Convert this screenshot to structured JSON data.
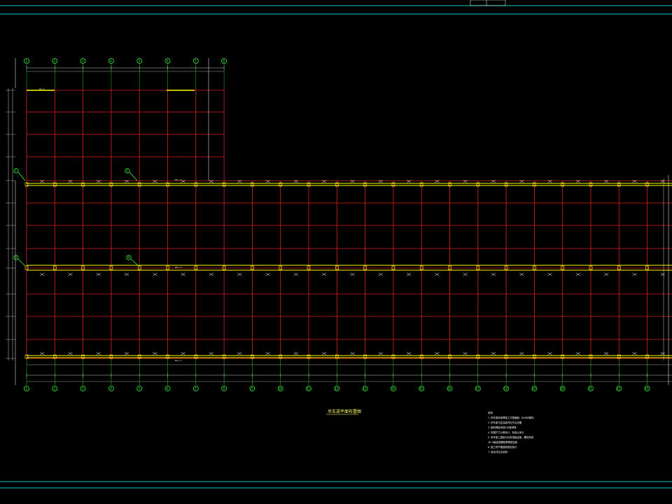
{
  "drawing": {
    "title": "吊车梁平面布置图",
    "titlebox_text": "",
    "notes": [
      "说明",
      "1.吊车梁采用焊接工字型截面，Q345B钢材，",
      "2.吊车梁与柱连接详见节点详图",
      "3.钢材焊接采用E50型焊条",
      "4.本图尺寸以毫米计，标高以米计",
      "5.吊车梁上翼缘与柱采用板连接，螺栓采用",
      "10.9级高强螺栓摩擦型连接",
      "6.施工时严格按照规范执行",
      "7.其余详见总说明"
    ],
    "beam_labels": {
      "top": "GL-1",
      "row_a": "DCL-1",
      "row_b": "DCL-2",
      "row_c": "DCL-3"
    },
    "callouts": [
      "1",
      "2",
      "3",
      "4"
    ]
  },
  "colors": {
    "grid": "#dd2222",
    "beam": "#ffff00",
    "axis": "#33ff33",
    "frame": "#00cccc",
    "dim": "#ffffff"
  },
  "axes": {
    "top_labels": [
      "1",
      "2",
      "3",
      "4",
      "5",
      "6",
      "7",
      "8"
    ],
    "bottom_labels": [
      "1",
      "2",
      "3",
      "4",
      "5",
      "6",
      "7",
      "8",
      "9",
      "10",
      "11",
      "12",
      "13",
      "14",
      "15",
      "16",
      "17",
      "18",
      "19",
      "20",
      "21",
      "22",
      "23",
      "24"
    ]
  }
}
